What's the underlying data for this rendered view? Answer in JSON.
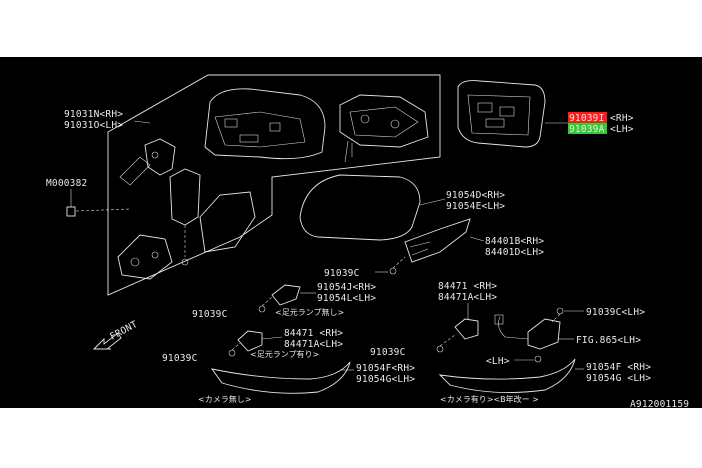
{
  "labels": {
    "mirror_assy_rh": "91031N<RH>",
    "mirror_assy_lh": "91031O<LH>",
    "screw_part": "M000382",
    "glass_rh": "91039I",
    "glass_rh_side": "<RH>",
    "glass_lh": "91039A",
    "glass_lh_side": "<LH>",
    "cover_rh": "91054D<RH>",
    "cover_lh": "91054E<LH>",
    "turn_lamp_rh": "84401B<RH>",
    "turn_lamp_lh": "84401D<LH>",
    "screw_upper": "91039C",
    "bracket_rh": "91054J<RH>",
    "bracket_lh": "91054L<LH>",
    "note_no_foot_lamp": "<足元ランプ無し>",
    "screw_left": "91039C",
    "foot_lamp_rh": "84471 <RH>",
    "foot_lamp_lh": "84471A<LH>",
    "note_with_foot_lamp": "<足元ランプ有り>",
    "screw_lower_left": "91039C",
    "under_cover_rh": "91054F<RH>",
    "under_cover_lh": "91054G<LH>",
    "note_no_camera": "<カメラ無し>",
    "front_label": "FRONT",
    "center_lamp_rh": "84471 <RH>",
    "center_lamp_lh": "84471A<LH>",
    "screw_center": "91039C",
    "screw_right_lh": "91039C<LH>",
    "fig_ref": "FIG.865<LH>",
    "lh_marker": "<LH>",
    "right_under_rh": "91054F <RH>",
    "right_under_lh": "91054G <LH>",
    "note_with_camera": "<カメラ有り><B年改ー >",
    "drawing_number": "A912001159"
  },
  "colors": {
    "background": "#000000",
    "page": "#ffffff",
    "line": "#e6e6e6",
    "highlight_red": "#ff1a1a",
    "highlight_green": "#33cc33"
  }
}
